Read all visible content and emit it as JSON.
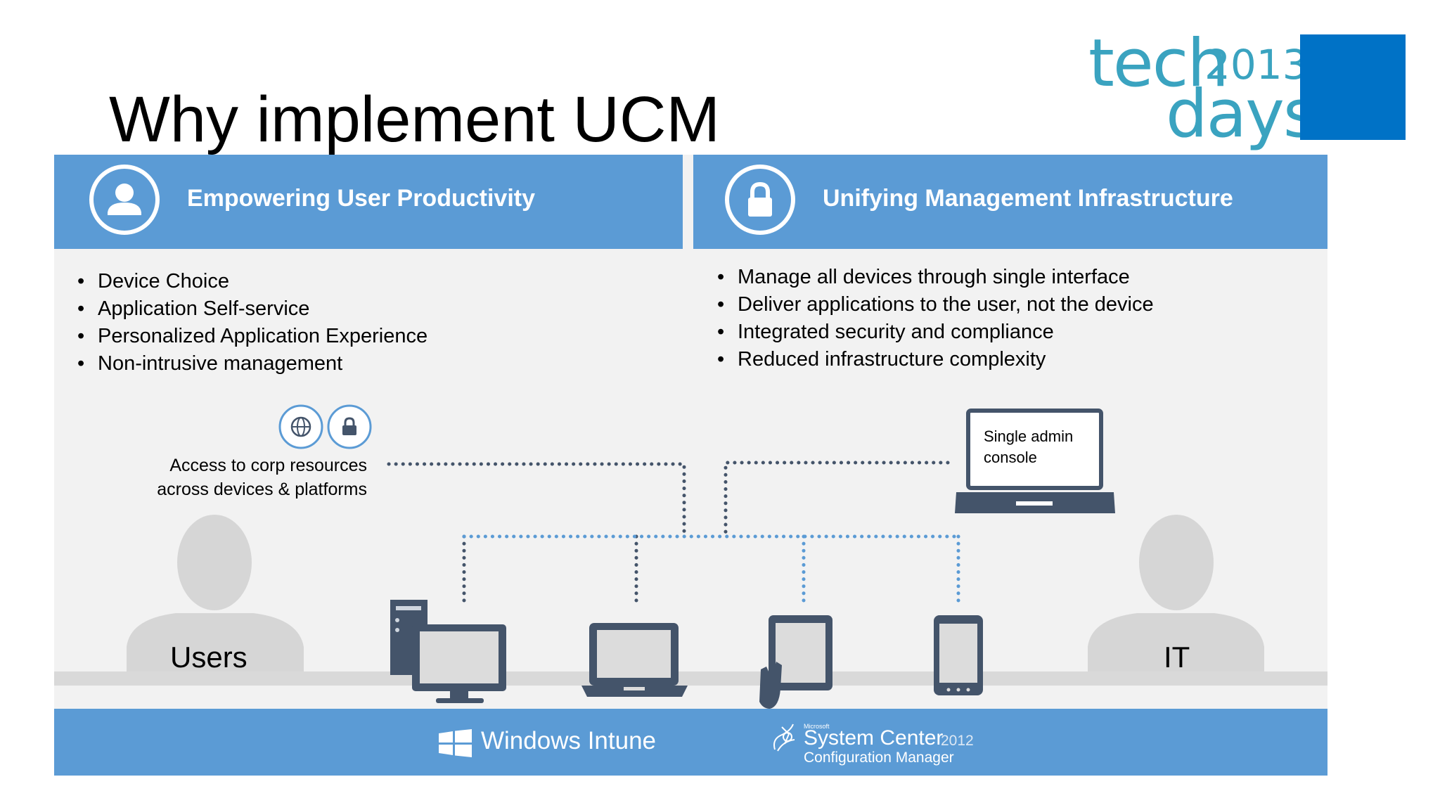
{
  "title": "Why implement UCM",
  "logo": {
    "word1": "tech",
    "year": "2013",
    "word2": "days"
  },
  "left_panel": {
    "header": "Empowering User Productivity",
    "icon": "user-icon",
    "bullets": [
      "Device Choice",
      "Application Self-service",
      "Personalized Application Experience",
      "Non-intrusive management"
    ]
  },
  "right_panel": {
    "header": "Unifying Management Infrastructure",
    "icon": "lock-icon",
    "bullets": [
      "Manage all devices through single interface",
      "Deliver applications to the user, not the device",
      "Integrated security and compliance",
      "Reduced infrastructure complexity"
    ]
  },
  "diagram": {
    "access_line1": "Access to corp resources",
    "access_line2": "across devices & platforms",
    "console_line1": "Single admin",
    "console_line2": "console",
    "users_label": "Users",
    "it_label": "IT",
    "devices": [
      "desktop-icon",
      "laptop-icon",
      "tablet-icon",
      "phone-icon"
    ]
  },
  "footer": {
    "intune": "Windows Intune",
    "sc_small": "Microsoft",
    "sc_big": "System Center",
    "sc_year": "2012",
    "sc_cm": "Configuration Manager"
  },
  "colors": {
    "accent": "#5b9bd5",
    "logo_blue": "#0072c6",
    "logo_text": "#3aa3c0",
    "device": "#44546a",
    "panel_bg": "#f2f2f2"
  }
}
